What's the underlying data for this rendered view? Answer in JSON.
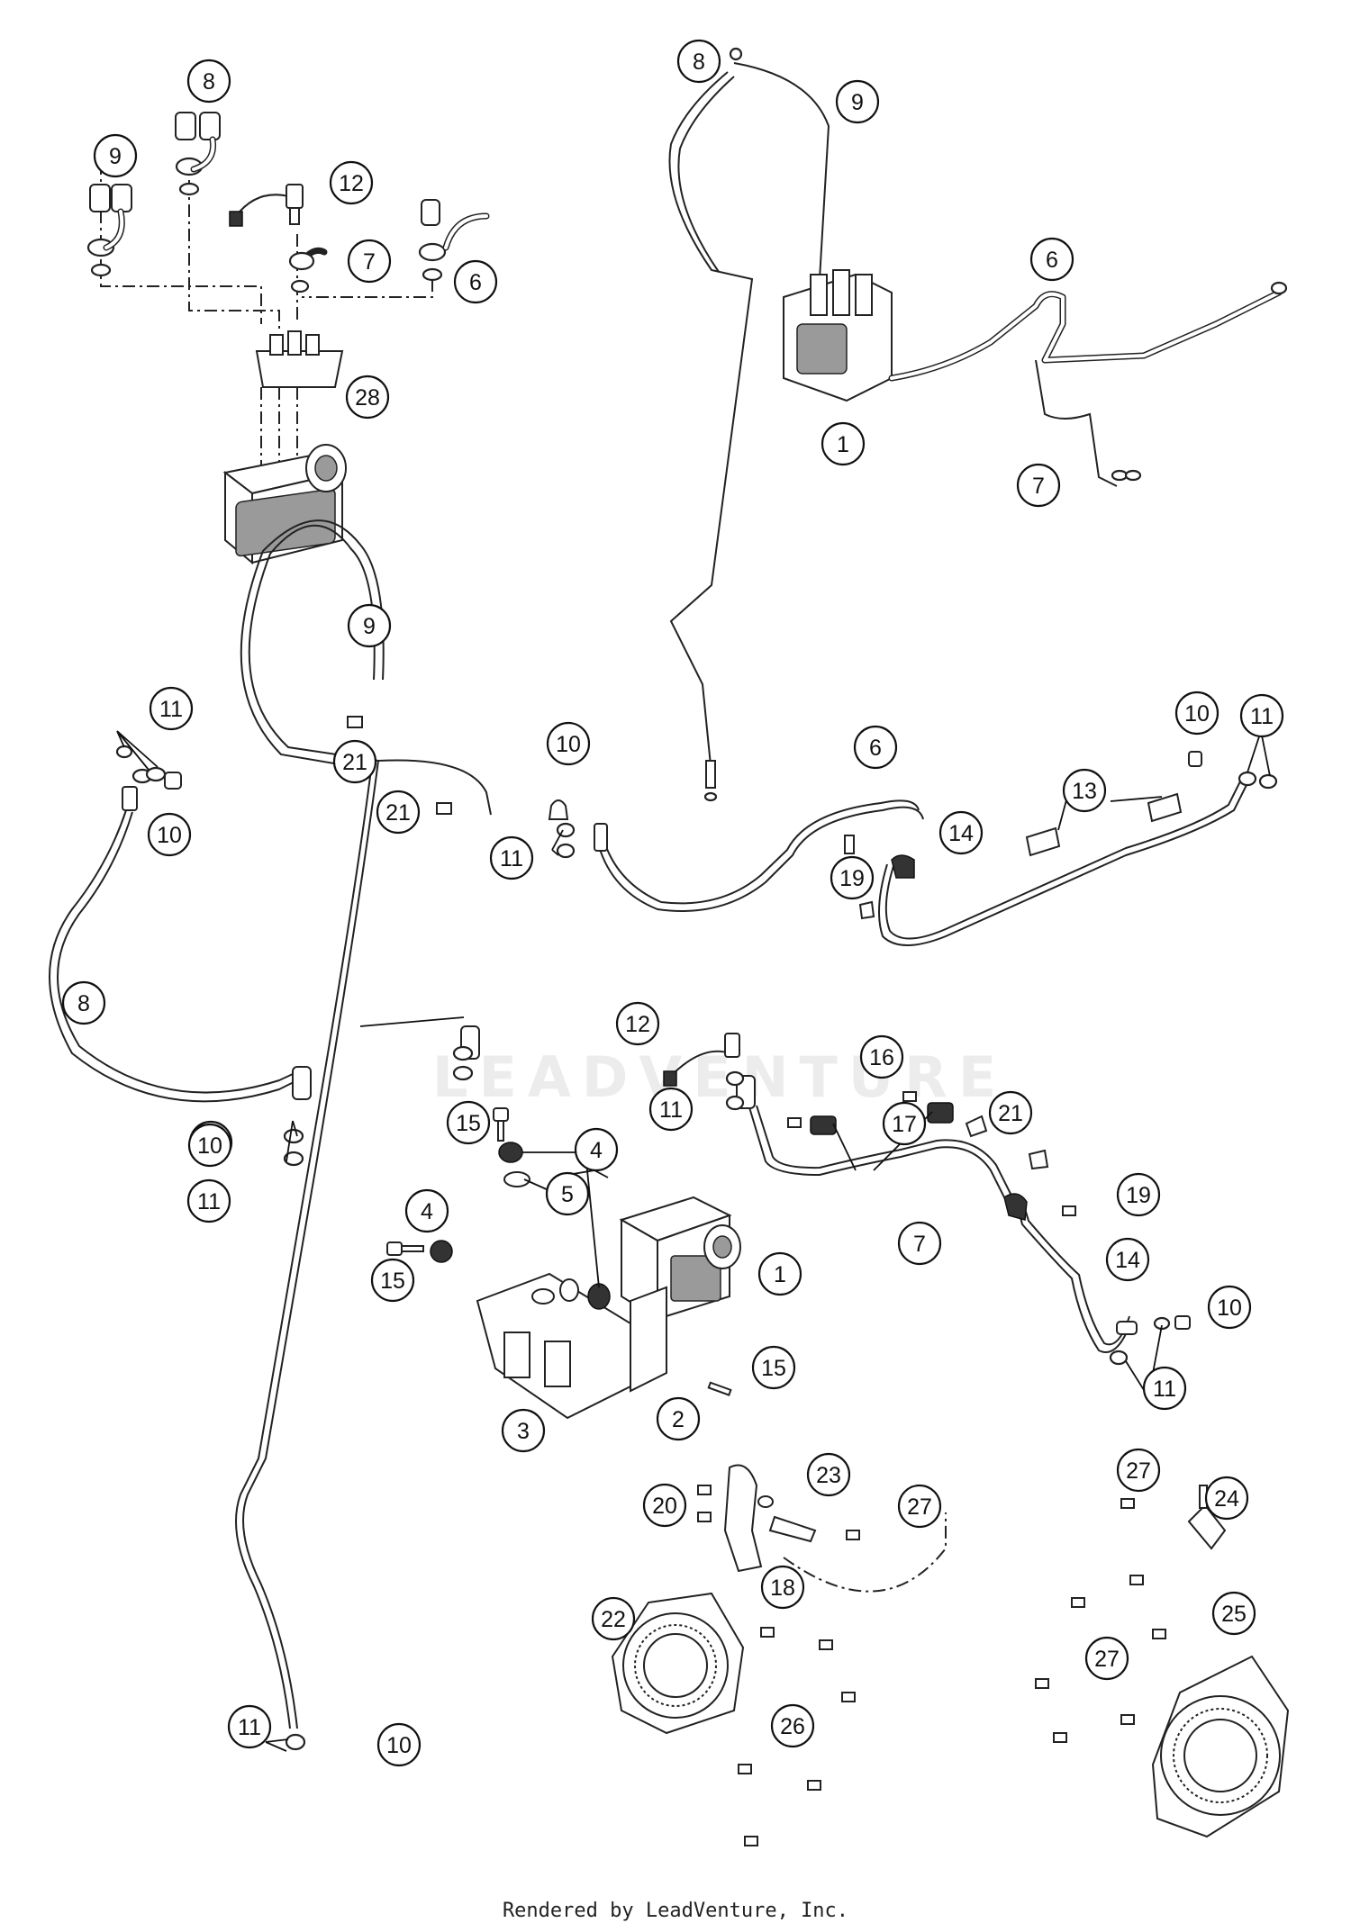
{
  "footer": "Rendered by LeadVenture, Inc.",
  "watermark": "LEADVENTURE",
  "callouts": [
    {
      "label": "8"
    },
    {
      "label": "9"
    },
    {
      "label": "12"
    },
    {
      "label": "7"
    },
    {
      "label": "6"
    },
    {
      "label": "28"
    },
    {
      "label": "8"
    },
    {
      "label": "9"
    },
    {
      "label": "6"
    },
    {
      "label": "1"
    },
    {
      "label": "7"
    },
    {
      "label": "9"
    },
    {
      "label": "11"
    },
    {
      "label": "10"
    },
    {
      "label": "21"
    },
    {
      "label": "21"
    },
    {
      "label": "8"
    },
    {
      "label": "10"
    },
    {
      "label": "10"
    },
    {
      "label": "11"
    },
    {
      "label": "10"
    },
    {
      "label": "6"
    },
    {
      "label": "11"
    },
    {
      "label": "19"
    },
    {
      "label": "14"
    },
    {
      "label": "13"
    },
    {
      "label": "10"
    },
    {
      "label": "11"
    },
    {
      "label": "12"
    },
    {
      "label": "16"
    },
    {
      "label": "11"
    },
    {
      "label": "17"
    },
    {
      "label": "21"
    },
    {
      "label": "15"
    },
    {
      "label": "4"
    },
    {
      "label": "5"
    },
    {
      "label": "4"
    },
    {
      "label": "15"
    },
    {
      "label": "1"
    },
    {
      "label": "15"
    },
    {
      "label": "3"
    },
    {
      "label": "2"
    },
    {
      "label": "7"
    },
    {
      "label": "19"
    },
    {
      "label": "14"
    },
    {
      "label": "10"
    },
    {
      "label": "11"
    },
    {
      "label": "23"
    },
    {
      "label": "20"
    },
    {
      "label": "27"
    },
    {
      "label": "18"
    },
    {
      "label": "22"
    },
    {
      "label": "26"
    },
    {
      "label": "27"
    },
    {
      "label": "24"
    },
    {
      "label": "25"
    },
    {
      "label": "27"
    },
    {
      "label": "11"
    },
    {
      "label": "10"
    }
  ]
}
